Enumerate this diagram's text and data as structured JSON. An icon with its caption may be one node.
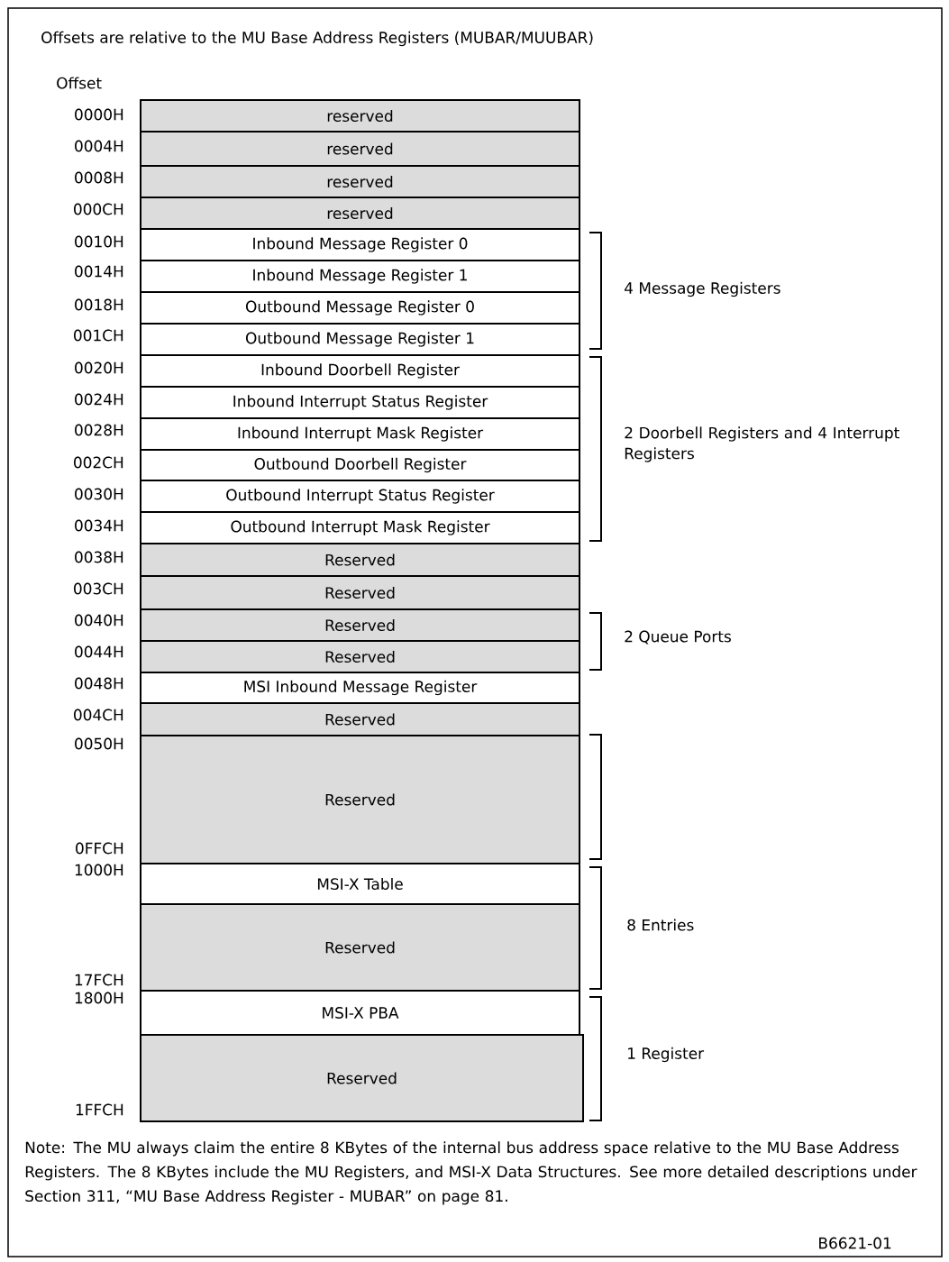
{
  "diagram": {
    "title": "Offsets are relative to the MU Base Address Registers (MUBAR/MUUBAR)",
    "caption": "Note: The MU always claim the entire 8 KBytes of the internal bus address space relative to the MU Base Address Registers. The 8 KBytes include the MU Registers, and MSI-X Data Structures. See more detailed descriptions under Section 311, “MU Base Address Register - MUBAR” on page 81.",
    "nodes": [
      {
        "text": [
          "reserved"
        ],
        "beside": [
          "0000H"
        ]
      },
      {
        "text": [
          "reserved"
        ],
        "beside": [
          "0004H"
        ]
      },
      {
        "text": [
          "reserved"
        ],
        "beside": [
          "0008H"
        ]
      },
      {
        "text": [
          "reserved"
        ],
        "beside": [
          "000CH"
        ]
      },
      {
        "text": [
          "Inbound Message Register 0"
        ],
        "beside": [
          "0010H"
        ]
      },
      {
        "text": [
          "Inbound Message Register 1"
        ],
        "beside": [
          "0014H"
        ]
      },
      {
        "text": [
          "Outbound Message Register 0"
        ],
        "beside": [
          "0018H"
        ]
      },
      {
        "text": [
          "Outbound Message Register 1"
        ],
        "beside": [
          "001CH"
        ]
      },
      {
        "text": [
          "Inbound Doorbell Register"
        ],
        "beside": [
          "0020H"
        ]
      },
      {
        "text": [
          "Inbound Interrupt Status Register"
        ],
        "beside": [
          "0024H"
        ]
      },
      {
        "text": [
          "Inbound Interrupt Mask Register"
        ],
        "beside": [
          "0028H"
        ]
      },
      {
        "text": [
          "Outbound Doorbell Register"
        ],
        "beside": [
          "002CH"
        ]
      },
      {
        "text": [
          "Outbound Interrupt Status Register"
        ],
        "beside": [
          "0030H"
        ]
      },
      {
        "text": [
          "Outbound Interrupt Mask Register"
        ],
        "beside": [
          "0034H"
        ]
      },
      {
        "text": [
          "Reserved"
        ],
        "beside": [
          "0038H"
        ]
      },
      {
        "text": [
          "Reserved"
        ],
        "beside": [
          "003CH"
        ]
      },
      {
        "text": [
          "Reserved"
        ],
        "beside": [
          "0040H"
        ]
      },
      {
        "text": [
          "Reserved"
        ],
        "beside": [
          "0044H"
        ]
      },
      {
        "text": [
          "MSI Inbound Message Register"
        ],
        "beside": [
          "0048H"
        ]
      },
      {
        "text": [
          "Reserved"
        ],
        "beside": [
          "004CH"
        ]
      },
      {
        "text": [
          "Reserved"
        ],
        "beside": [
          "0050H",
          "0FFCH"
        ]
      },
      {
        "text": [
          "MSI-X Table"
        ],
        "beside": [
          "1000H"
        ]
      },
      {
        "text": [
          "Reserved"
        ],
        "beside": [
          "17FCH"
        ]
      },
      {
        "text": [
          "MSI-X PBA"
        ],
        "beside": [
          "1800H"
        ]
      },
      {
        "text": [
          "Reserved"
        ],
        "beside": [
          "1FFCH"
        ]
      }
    ],
    "labels": [
      "Offset",
      "4 Message Registers",
      "2 Doorbell Registers and 4 Interrupt Registers",
      "2 Queue Ports",
      "8 Entries",
      "1 Register",
      "B6621-01"
    ]
  }
}
